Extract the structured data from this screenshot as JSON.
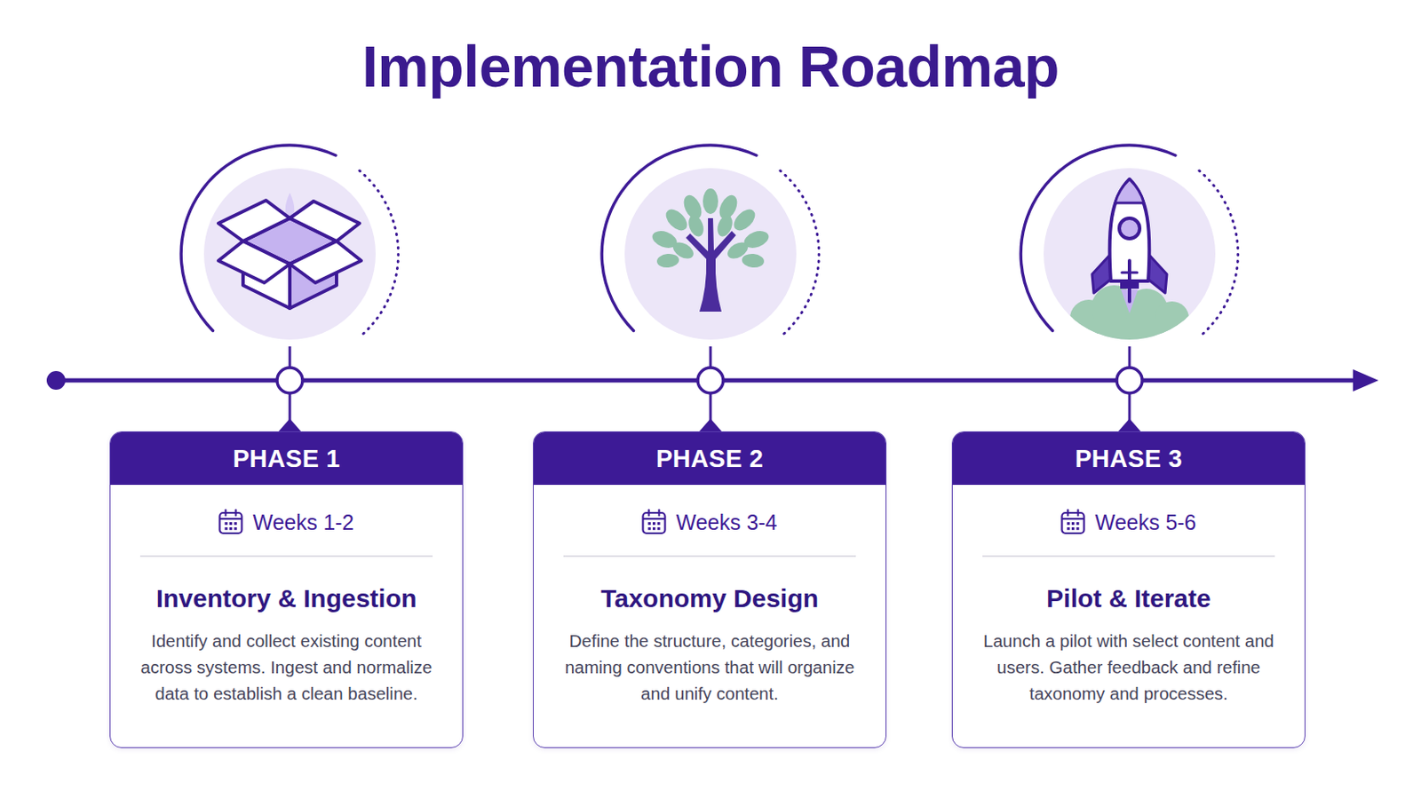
{
  "diagram": {
    "title": "Implementation Roadmap",
    "nodes": [
      {
        "text": [
          "PHASE 1",
          "Weeks 1-2",
          "Inventory & Ingestion",
          "Identify and collect existing content across systems. Ingest and normalize data to establish a clean baseline."
        ]
      },
      {
        "text": [
          "PHASE 2",
          "Weeks 3-4",
          "Taxonomy Design",
          "Define the structure, categories, and naming conventions that will organize and unify content."
        ]
      },
      {
        "text": [
          "PHASE 3",
          "Weeks 5-6",
          "Pilot & Iterate",
          "Launch a pilot with select content and users. Gather feedback and refine taxonomy and processes."
        ]
      }
    ]
  }
}
